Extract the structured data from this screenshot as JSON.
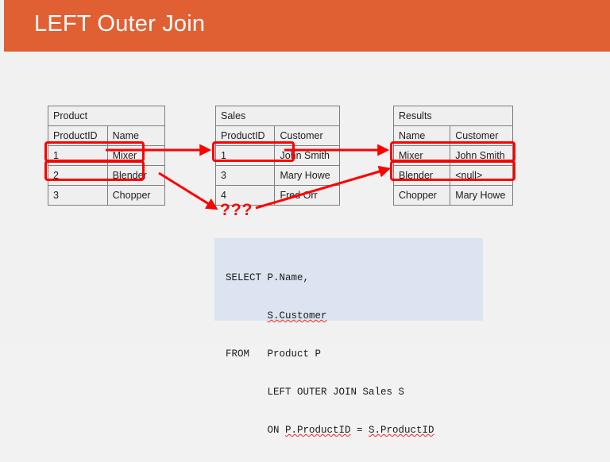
{
  "slide": {
    "title": "LEFT Outer Join",
    "background_color": "#f1f1f1",
    "banner_color": "#e06033",
    "accent_color": "#ff0000"
  },
  "tables": {
    "product": {
      "caption": "Product",
      "headers": [
        "ProductID",
        "Name"
      ],
      "rows": [
        [
          "1",
          "Mixer"
        ],
        [
          "2",
          "Blender"
        ],
        [
          "3",
          "Chopper"
        ]
      ]
    },
    "sales": {
      "caption": "Sales",
      "headers": [
        "ProductID",
        "Customer"
      ],
      "rows": [
        [
          "1",
          "John Smith"
        ],
        [
          "3",
          "Mary Howe"
        ],
        [
          "4",
          "Fred Orr"
        ]
      ]
    },
    "results": {
      "caption": "Results",
      "headers": [
        "Name",
        "Customer"
      ],
      "rows": [
        [
          "Mixer",
          "John Smith"
        ],
        [
          "Blender",
          "<null>"
        ],
        [
          "Chopper",
          "Mary Howe"
        ]
      ]
    }
  },
  "annotations": {
    "question_marks": "???"
  },
  "sql": {
    "background_color": "#dbe4f0",
    "lines": [
      {
        "keyword": "SELECT",
        "body": "P.Name,",
        "squiggly": ""
      },
      {
        "keyword": "",
        "body": "",
        "squiggly": "S.Customer"
      },
      {
        "keyword": "FROM",
        "body": "Product P",
        "squiggly": ""
      },
      {
        "keyword": "",
        "body": "LEFT OUTER JOIN Sales S",
        "squiggly": ""
      },
      {
        "keyword": "",
        "body": "ON ",
        "squiggly": "P.ProductID",
        "mid": " = ",
        "squiggly2": "S.ProductID"
      }
    ],
    "full_text": "SELECT P.Name,\n       S.Customer\nFROM   Product P\n       LEFT OUTER JOIN Sales S\n       ON P.ProductID = S.ProductID"
  }
}
